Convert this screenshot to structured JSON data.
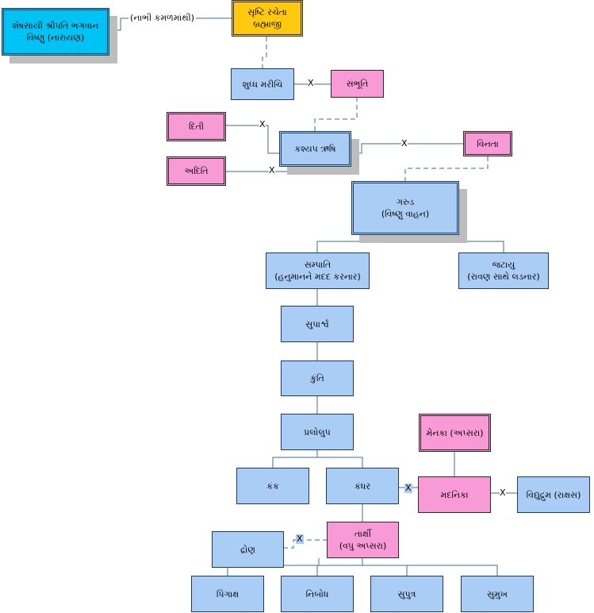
{
  "nodes": {
    "vishnu": {
      "line1": "શેષસાયી શ્રીપતિ ભગવાન",
      "line2": "વિષ્ણુ (નારાયણ)"
    },
    "brahma": {
      "line1": "સૃષ્ટિ રચેતા બ્રહ્માજી"
    },
    "marichi": {
      "line1": "શુધ્ધ મરીચિ"
    },
    "sambhuti": {
      "line1": "સંભૂતિ"
    },
    "diti": {
      "line1": "દિતી"
    },
    "aditi": {
      "line1": "અદિતિ"
    },
    "kashyap": {
      "line1": "કશ્યપ ઋષિ"
    },
    "vinata": {
      "line1": "વિનતા"
    },
    "garud": {
      "line1": "ગરુડ",
      "line2": "(વિષ્ણુ વાહન)"
    },
    "sampati": {
      "line1": "સમ્પાતિ",
      "line2": "(હનુમાનને મદદ કરનાર)"
    },
    "jatayu": {
      "line1": "જટાયુ",
      "line2": "(રાવણ સાથે લડનાર)"
    },
    "suparshva": {
      "line1": "સુપાર્શ્વ"
    },
    "kunti": {
      "line1": "કુંતિ"
    },
    "pralolup": {
      "line1": "પ્રલોલુપ"
    },
    "menaka": {
      "line1": "મેનકા (અપ્સરા)"
    },
    "kank": {
      "line1": "કંક"
    },
    "kandhar": {
      "line1": "કંધર"
    },
    "madanika": {
      "line1": "મદનિકા"
    },
    "vidyudrum": {
      "line1": "વિદ્યુદ્રુમ (રાક્ષસ)"
    },
    "drona": {
      "line1": "દ્રોણ"
    },
    "tarkshi": {
      "line1": "તાર્ક્ષી",
      "line2": "(વપુ અપ્સરા)"
    },
    "pingaksh": {
      "line1": "પિંગાક્ષ"
    },
    "nibodh": {
      "line1": "નિબોધ"
    },
    "suputra": {
      "line1": "સુપુત્ર"
    },
    "sumukh": {
      "line1": "સુમુખ"
    }
  },
  "edge_labels": {
    "nabhi": "(નાભી કમળમાંથી)",
    "marriage_mark": "X"
  }
}
